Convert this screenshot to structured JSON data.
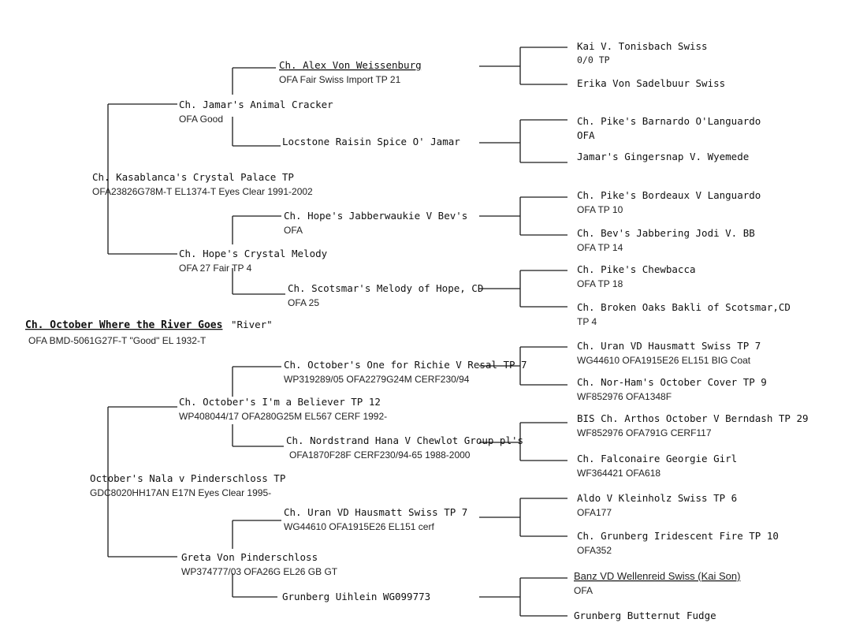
{
  "subject": {
    "name": "Ch. October Where the River Goes",
    "nickname": "\"River\"",
    "info": "OFA BMD-5061G27F-T \"Good\" EL 1932-T"
  },
  "sire": {
    "name": "Ch. Kasablanca's Crystal Palace TP",
    "info": "OFA23826G78M-T EL1374-T Eyes Clear 1991-2002"
  },
  "dam": {
    "name": "October's Nala v Pinderschloss TP",
    "info": "GDC8020HH17AN E17N Eyes Clear  1995-"
  },
  "sire_sire": {
    "name": "Ch. Jamar's Animal Cracker",
    "info": "OFA Good"
  },
  "sire_dam": {
    "name": "Ch. Hope's Crystal Melody",
    "info": "OFA 27 Fair TP 4"
  },
  "dam_sire": {
    "name": "Ch. October's I'm a Believer TP 12",
    "info": "WP408044/17 OFA280G25M EL567  CERF  1992-"
  },
  "dam_dam": {
    "name": "Greta Von Pinderschloss",
    "info": "WP374777/03 OFA26G EL26  GB GT"
  },
  "ggp": [
    {
      "name": "Ch. Alex Von Weissenburg",
      "info": "OFA Fair Swiss Import TP 21"
    },
    {
      "name": "Locstone Raisin Spice O' Jamar",
      "info": ""
    },
    {
      "name": "Ch. Hope's Jabberwaukie V Bev's",
      "info": "OFA"
    },
    {
      "name": "Ch. Scotsmar's Melody of Hope, CD",
      "info": "OFA 25"
    },
    {
      "name": "Ch. October's One for Richie V Resal TP 7",
      "info": "WP319289/05  OFA2279G24M  CERF230/94"
    },
    {
      "name": "Ch. Nordstrand Hana V Chewlot Group pl's",
      "info": "OFA1870F28F CERF230/94-65 1988-2000"
    },
    {
      "name": "Ch. Uran VD Hausmatt Swiss TP 7",
      "info": "WG44610 OFA1915E26 EL151 cerf"
    },
    {
      "name": "Grunberg Uihlein WG099773",
      "info": ""
    }
  ],
  "gggp": [
    {
      "name": "Kai V. Tonisbach Swiss",
      "info": "0/0 TP"
    },
    {
      "name": "Erika Von Sadelbuur Swiss",
      "info": ""
    },
    {
      "name": "Ch. Pike's Barnardo O'Languardo",
      "info": "OFA"
    },
    {
      "name": "Jamar's Gingersnap V. Wyemede",
      "info": ""
    },
    {
      "name": "Ch. Pike's Bordeaux V Languardo",
      "info": "OFA TP 10"
    },
    {
      "name": "Ch. Bev's Jabbering Jodi V. BB",
      "info": "OFA TP 14"
    },
    {
      "name": "Ch. Pike's Chewbacca",
      "info": "OFA TP 18"
    },
    {
      "name": "Ch. Broken Oaks Bakli of Scotsmar,CD",
      "info": "TP 4"
    },
    {
      "name": "Ch. Uran VD Hausmatt Swiss TP 7",
      "info": "WG44610 OFA1915E26 EL151 BIG Coat"
    },
    {
      "name": "Ch. Nor-Ham's October Cover TP 9",
      "info": "WF852976 OFA1348F"
    },
    {
      "name": "BIS Ch. Arthos October V Berndash TP 29",
      "info": "WF852976 OFA791G CERF117"
    },
    {
      "name": "Ch. Falconaire Georgie Girl",
      "info": "WF364421 OFA618"
    },
    {
      "name": "Aldo V Kleinholz Swiss TP 6",
      "info": "OFA177"
    },
    {
      "name": "Ch. Grunberg Iridescent Fire TP 10",
      "info": "OFA352"
    },
    {
      "name": "Banz VD Wellenreid Swiss (Kai Son)",
      "info": "OFA"
    },
    {
      "name": "Grunberg Butternut Fudge",
      "info": ""
    }
  ]
}
